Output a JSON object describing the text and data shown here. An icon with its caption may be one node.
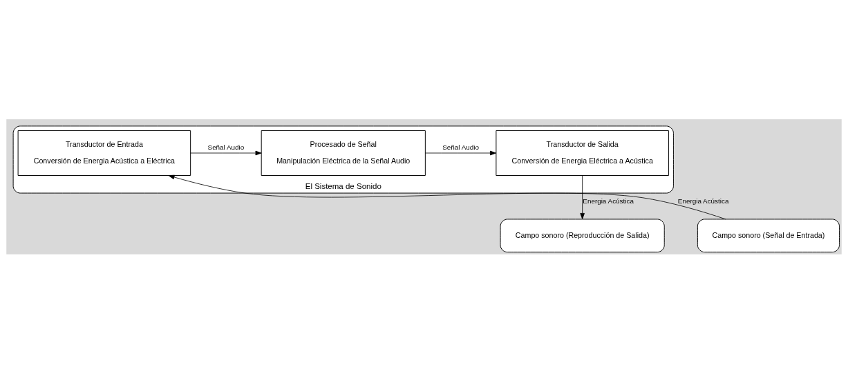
{
  "diagram": {
    "nodes": [
      {
        "text": [
          "El Sistema de Sonido"
        ]
      },
      {
        "text": [
          "Transductor de Entrada",
          "Conversión de Energia Acústica a Eléctrica"
        ],
        "in": 0
      },
      {
        "text": [
          "Procesado de Señal",
          "Manipulación Eléctrica de la Señal Audio"
        ],
        "in": 0
      },
      {
        "text": [
          "Transductor de Salida",
          "Conversión de Energia Eléctrica a Acústica"
        ],
        "in": 0
      },
      {
        "text": [
          "Campo sonoro (Señal de Entrada)"
        ]
      },
      {
        "text": [
          "Campo sonoro (Reproducción de Salida)"
        ]
      }
    ],
    "edges": [
      {
        "from": 1,
        "to": 2,
        "arrow": "to",
        "label": "Señal Audio"
      },
      {
        "from": 2,
        "to": 3,
        "arrow": "to",
        "label": "Señal Audio"
      },
      {
        "from": 4,
        "to": 1,
        "arrow": "to",
        "label": "Energia Acústica"
      },
      {
        "from": 3,
        "to": 5,
        "arrow": "to",
        "label": "Energia Acústica"
      }
    ]
  }
}
